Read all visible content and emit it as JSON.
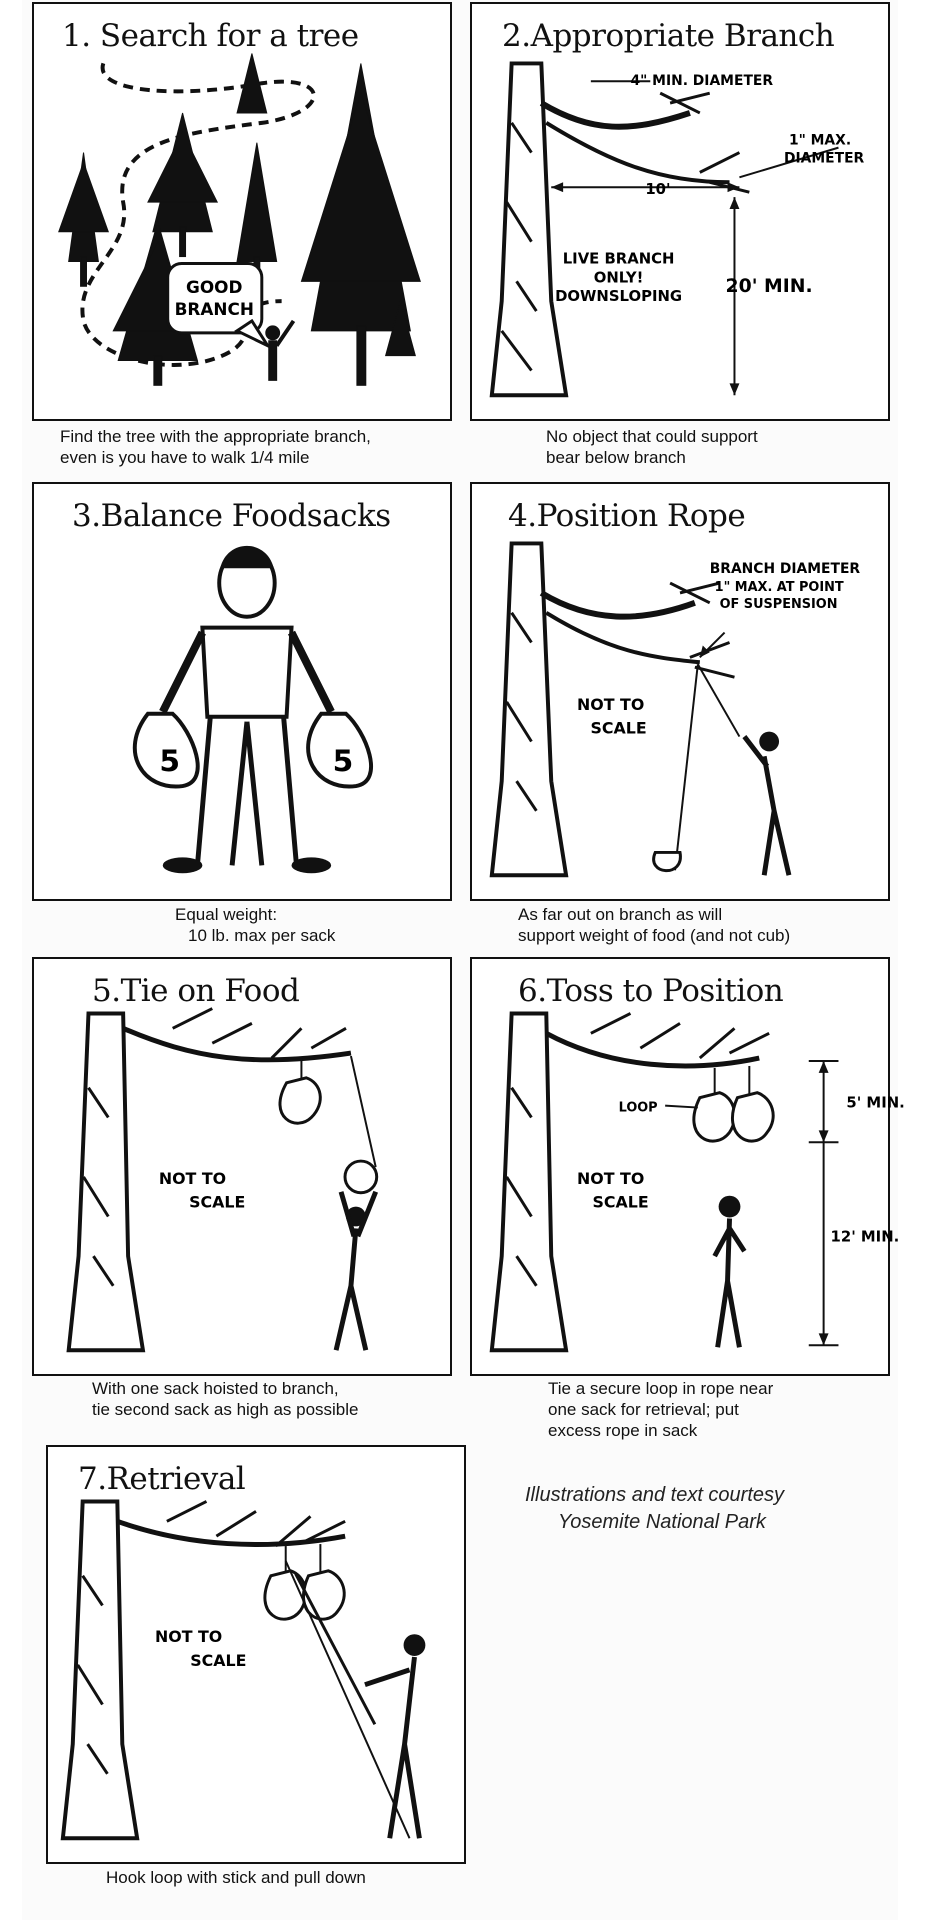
{
  "panels": [
    {
      "title": "1. Search for a tree",
      "labels": {
        "speech": [
          "GOOD",
          "BRANCH"
        ]
      },
      "caption": [
        "Find the tree with the appropriate branch,",
        "even is you have to walk 1/4 mile"
      ]
    },
    {
      "title": "2.Appropriate Branch",
      "labels": {
        "min_diameter": "4\" MIN. DIAMETER",
        "max_diameter": [
          "1\" MAX.",
          "DIAMETER"
        ],
        "distance": "10'",
        "height": "20' MIN.",
        "live_branch": [
          "LIVE BRANCH",
          "ONLY!",
          "DOWNSLOPING"
        ]
      },
      "caption": [
        "No object that could support",
        "bear below branch"
      ]
    },
    {
      "title": "3.Balance Foodsacks",
      "labels": {
        "left_sack": "5",
        "right_sack": "5"
      },
      "caption": [
        "Equal weight:",
        "10 lb. max per sack"
      ]
    },
    {
      "title": "4.Position Rope",
      "labels": {
        "branch_diameter": [
          "BRANCH DIAMETER",
          "1\" MAX. AT POINT",
          "OF SUSPENSION"
        ],
        "not_to_scale": [
          "NOT TO",
          "SCALE"
        ]
      },
      "caption": [
        "As far out on branch as will",
        "support weight of food (and not cub)"
      ]
    },
    {
      "title": "5.Tie on Food",
      "labels": {
        "not_to_scale": [
          "NOT TO",
          "SCALE"
        ]
      },
      "caption": [
        "With one sack hoisted to branch,",
        "tie second sack as high as possible"
      ]
    },
    {
      "title": "6.Toss to Position",
      "labels": {
        "loop": "LOOP",
        "min_top": "5' MIN.",
        "min_bottom": "12' MIN.",
        "not_to_scale": [
          "NOT TO",
          "SCALE"
        ]
      },
      "caption": [
        "Tie a secure loop in rope near",
        "one sack for retrieval; put",
        "excess rope in sack"
      ]
    },
    {
      "title": "7.Retrieval",
      "labels": {
        "not_to_scale": [
          "NOT TO",
          "SCALE"
        ]
      },
      "caption": [
        "Hook loop with stick and pull down"
      ]
    }
  ],
  "credit": [
    "Illustrations and text courtesy",
    "Yosemite National Park"
  ]
}
